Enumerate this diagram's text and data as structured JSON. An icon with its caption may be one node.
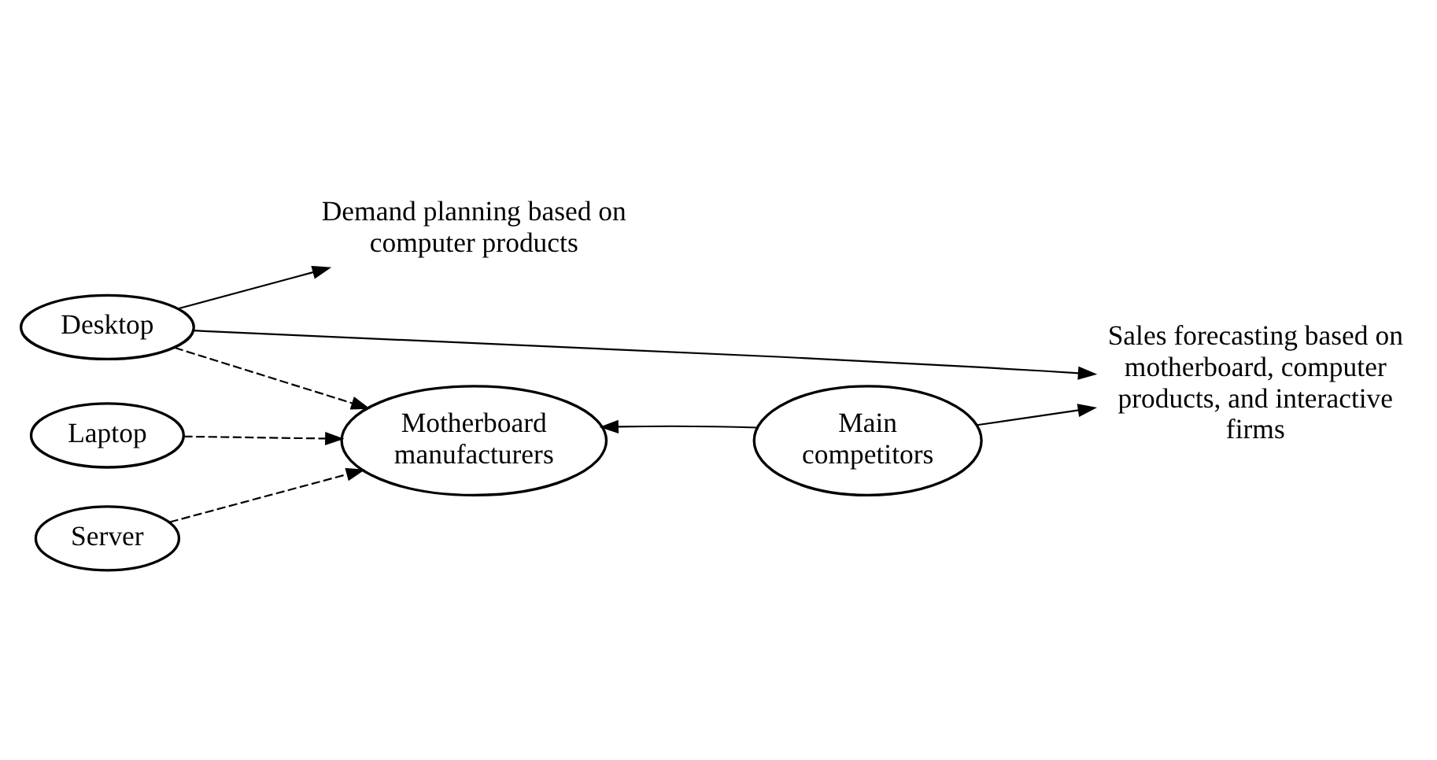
{
  "diagram": {
    "nodes": [
      {
        "text": [
          "Demand planning based on computer products"
        ]
      },
      {
        "text": [
          "Sales forecasting based on motherboard, computer products, and interactive firms"
        ]
      },
      {
        "text": [
          "Desktop"
        ]
      },
      {
        "text": [
          "Laptop"
        ]
      },
      {
        "text": [
          "Server"
        ]
      },
      {
        "text": [
          "Motherboard manufacturers"
        ]
      },
      {
        "text": [
          "Main competitors"
        ]
      }
    ],
    "edges": [
      {
        "from": 2,
        "to": 5,
        "arrow": "to",
        "style": "dashed"
      },
      {
        "from": 3,
        "to": 5,
        "arrow": "to",
        "style": "dashed"
      },
      {
        "from": 4,
        "to": 5,
        "arrow": "to",
        "style": "dashed"
      },
      {
        "from": 2,
        "to": 0,
        "arrow": "to"
      },
      {
        "from": 2,
        "to": 1,
        "arrow": "to"
      },
      {
        "from": 6,
        "to": 5,
        "arrow": "to"
      },
      {
        "from": 6,
        "to": 1,
        "arrow": "to"
      }
    ]
  }
}
